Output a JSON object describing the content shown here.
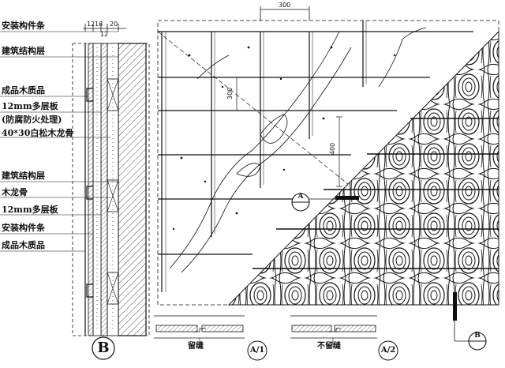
{
  "labels": {
    "install_fitting": "安装构件条",
    "structure_layer": "建筑结构层",
    "finished_wood": "成品木质品",
    "plywood": "12mm多层板",
    "fire_treatment": "(防腐防火处理)",
    "keel": "40*30白松木龙骨",
    "structure_layer_2": "建筑结构层",
    "wood_keel": "木龙骨",
    "plywood_2": "12mm多层板",
    "install_fitting_2": "安装构件条",
    "finished_wood_2": "成品木质品"
  },
  "dimensions": {
    "top_a": "12",
    "top_b": "18",
    "top_c": "20",
    "top_d": "12",
    "spacing_top": "300",
    "spacing_vert_1": "300",
    "spacing_vert_2": "400"
  },
  "section_marks": {
    "b_large": "B",
    "a1": "A/1",
    "a2": "A/2",
    "callout_a": "A",
    "callout_b": "B"
  },
  "joint_labels": {
    "with_gap": "留缝",
    "no_gap": "不留缝"
  }
}
